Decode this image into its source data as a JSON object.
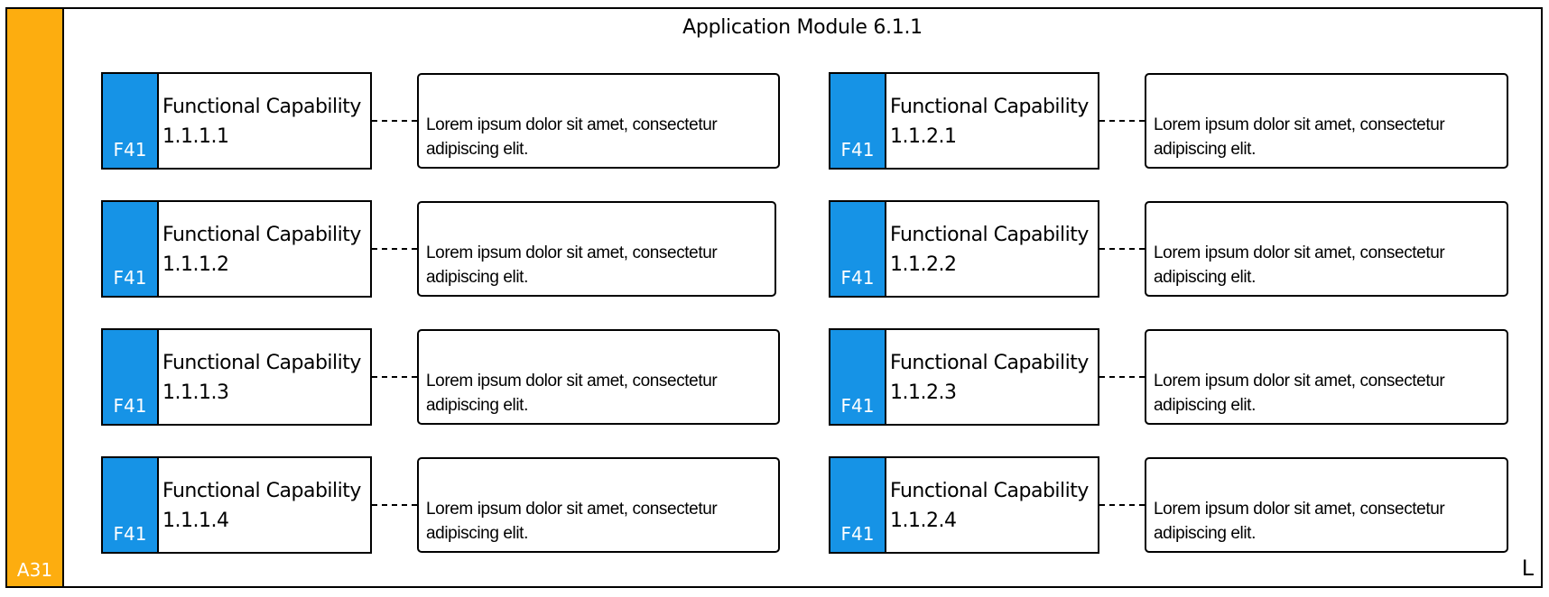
{
  "colors": {
    "module_bar": "#FDAD0F",
    "capability_tag": "#1693E6"
  },
  "module": {
    "title": "Application Module 6.1.1",
    "bar_label": "A31",
    "corner_mark": "L"
  },
  "capabilities": [
    {
      "tag": "F41",
      "title_line1": "Functional Capability",
      "title_line2": "1.1.1.1",
      "description": "Lorem ipsum dolor sit amet, consectetur adipiscing elit."
    },
    {
      "tag": "F41",
      "title_line1": "Functional Capability",
      "title_line2": "1.1.1.2",
      "description": "Lorem ipsum dolor sit amet, consectetur adipiscing elit."
    },
    {
      "tag": "F41",
      "title_line1": "Functional Capability",
      "title_line2": "1.1.1.3",
      "description": "Lorem ipsum dolor sit amet, consectetur adipiscing elit."
    },
    {
      "tag": "F41",
      "title_line1": "Functional Capability",
      "title_line2": "1.1.1.4",
      "description": "Lorem ipsum dolor sit amet, consectetur adipiscing elit."
    },
    {
      "tag": "F41",
      "title_line1": "Functional Capability",
      "title_line2": "1.1.2.1",
      "description": "Lorem ipsum dolor sit amet, consectetur adipiscing elit."
    },
    {
      "tag": "F41",
      "title_line1": "Functional Capability",
      "title_line2": "1.1.2.2",
      "description": "Lorem ipsum dolor sit amet, consectetur adipiscing elit."
    },
    {
      "tag": "F41",
      "title_line1": "Functional Capability",
      "title_line2": "1.1.2.3",
      "description": "Lorem ipsum dolor sit amet, consectetur adipiscing elit."
    },
    {
      "tag": "F41",
      "title_line1": "Functional Capability",
      "title_line2": "1.1.2.4",
      "description": "Lorem ipsum dolor sit amet, consectetur adipiscing elit."
    }
  ]
}
